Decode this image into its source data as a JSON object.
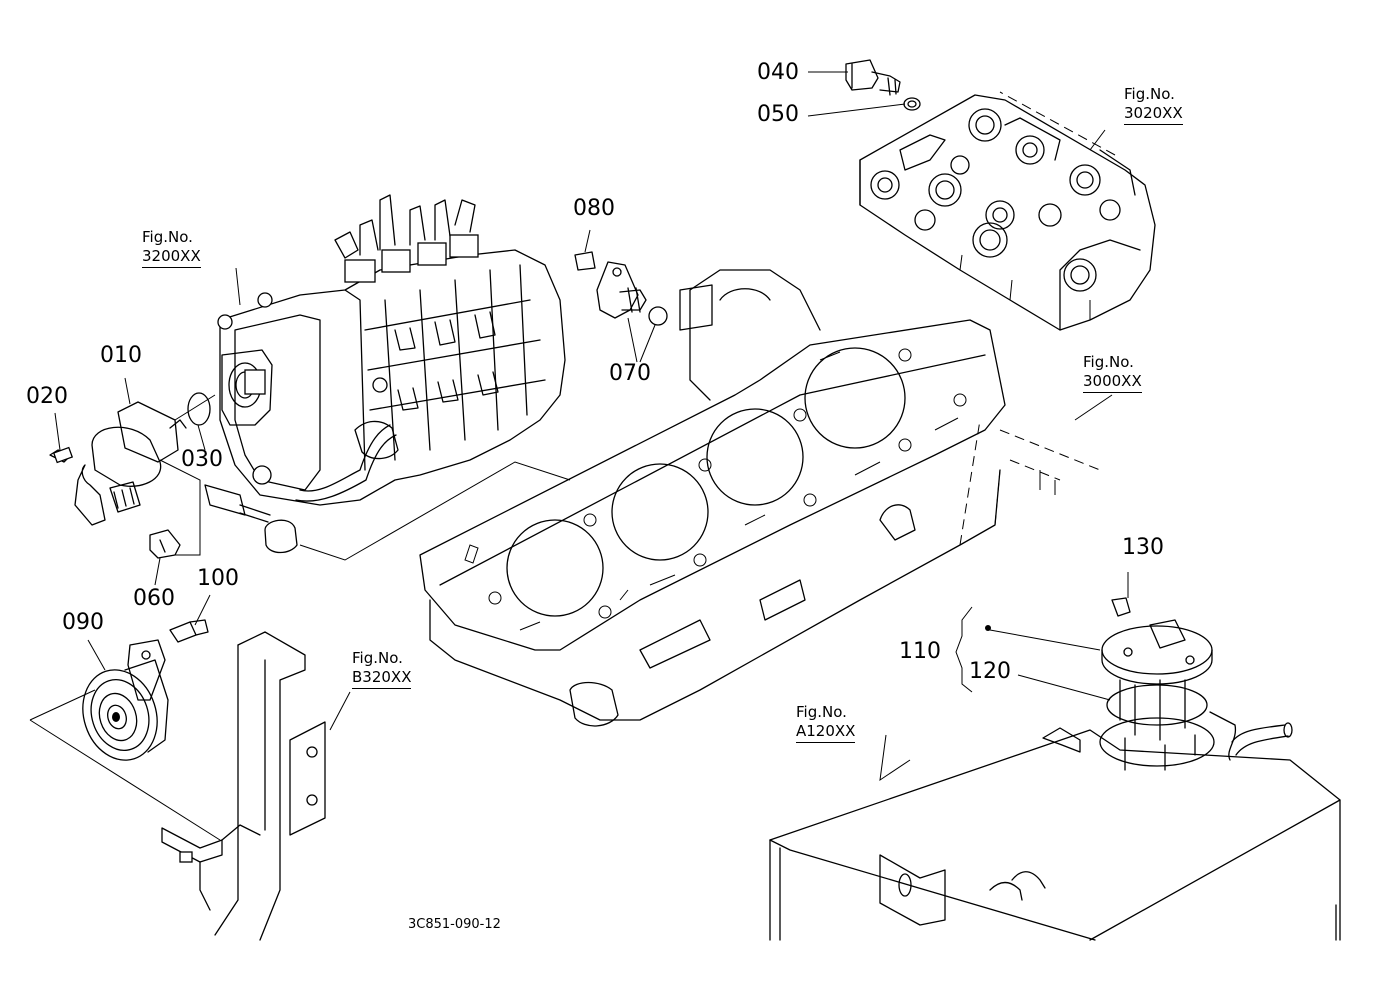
{
  "callouts": {
    "p010": "010",
    "p020": "020",
    "p030": "030",
    "p040": "040",
    "p050": "050",
    "p060": "060",
    "p070": "070",
    "p080": "080",
    "p090": "090",
    "p100": "100",
    "p110": "110",
    "p120": "120",
    "p130": "130"
  },
  "figure_refs": {
    "fig_3200": {
      "label": "Fig.No.",
      "code": "3200XX"
    },
    "fig_3020": {
      "label": "Fig.No.",
      "code": "3020XX"
    },
    "fig_3000": {
      "label": "Fig.No.",
      "code": "3000XX"
    },
    "fig_b320": {
      "label": "Fig.No.",
      "code": "B320XX"
    },
    "fig_a120": {
      "label": "Fig.No.",
      "code": "A120XX"
    }
  },
  "drawing_number": "3C851-090-12"
}
